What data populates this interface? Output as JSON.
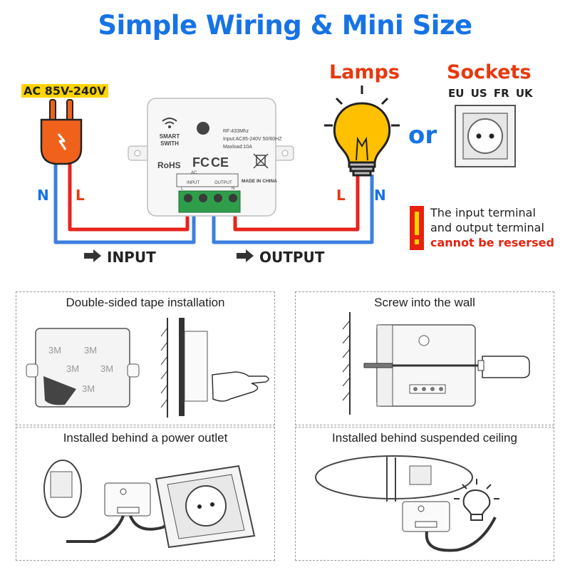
{
  "title": "Simple Wiring & Mini Size",
  "power": {
    "voltage": "AC 85V-240V"
  },
  "wires": {
    "left_n": "N",
    "left_l": "L",
    "right_l": "L",
    "right_n": "N"
  },
  "device": {
    "brand_line1": "SMART",
    "brand_line2": "SWITH",
    "spec_rf": "RF:433Mhz",
    "spec_input": "Input:AC85-240V 50/60HZ",
    "spec_load": "Maxload:10A",
    "rohs": "RoHS",
    "fc": "FC",
    "ce": "CE",
    "ac": "AC",
    "input_label": "INPUT",
    "output_label": "OUTPUT",
    "made_in": "MADE IN CHINA",
    "l": "L",
    "n": "N"
  },
  "lamps_label": "Lamps",
  "or_label": "or",
  "sockets": {
    "label": "Sockets",
    "regions": "EU US FR UK"
  },
  "io": {
    "input": "INPUT",
    "output": "OUTPUT"
  },
  "warning": {
    "line1": "The input terminal",
    "line2": "and output terminal",
    "line3": "cannot be resersed"
  },
  "panels": [
    {
      "caption": "Double-sided tape installation"
    },
    {
      "caption": "Screw into the wall"
    },
    {
      "caption": "Installed behind a power outlet"
    },
    {
      "caption": "Installed behind suspended ceiling"
    }
  ],
  "tape_text": "3M",
  "colors": {
    "title_blue": "#1673e6",
    "accent_red": "#e8380e",
    "wire_red": "#e8231e",
    "wire_blue": "#3d7fe0",
    "terminal_green": "#2e9e4b",
    "plug_orange": "#f0621c",
    "lamp_yellow": "#ffc000"
  }
}
